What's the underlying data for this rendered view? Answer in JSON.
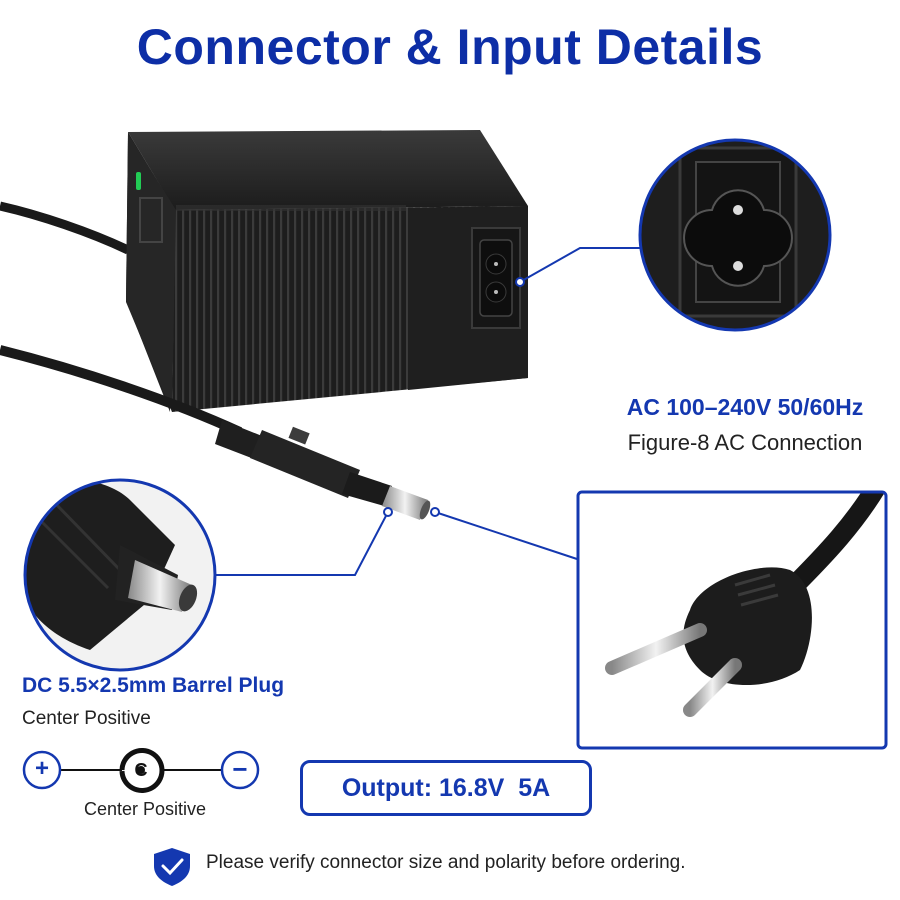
{
  "title": "Connector & Input Details",
  "ac_input": {
    "spec": "AC 100–240V 50/60Hz",
    "connection": "Figure-8 AC Connection"
  },
  "dc_output": {
    "plug": "DC 5.5×2.5mm Barrel Plug",
    "polarity": "Center Positive"
  },
  "polarity_symbol": {
    "plus": "+",
    "center": "C",
    "minus": "−",
    "caption": "Center Positive"
  },
  "output": "Output: 16.8V  5A",
  "note": "Please verify connector size and polarity before ordering.",
  "icons": {
    "note": "shield-check-icon"
  },
  "colors": {
    "accent": "#1438b0",
    "title": "#0d2ea6",
    "body_text": "#222222",
    "led": "#22cc55"
  }
}
